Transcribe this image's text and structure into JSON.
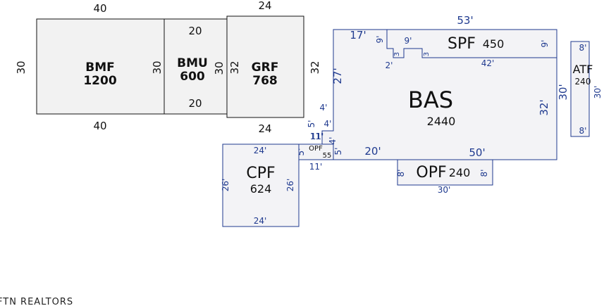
{
  "blocks": {
    "bmf": {
      "label": "BMF",
      "area": "1200",
      "top": "40",
      "bottom": "40",
      "left": "30",
      "right": "30"
    },
    "bmu": {
      "label": "BMU",
      "area": "600",
      "top": "20",
      "bottom": "20",
      "right": "30"
    },
    "grf": {
      "label": "GRF",
      "area": "768",
      "top": "24",
      "bottom": "24",
      "left": "32",
      "right": "32"
    },
    "bas": {
      "label": "BAS",
      "area": "2440",
      "top": "53'",
      "top_left": "17'",
      "left_upper": "27'",
      "right": "32'",
      "bottom_left": "20'",
      "bottom_right": "50'",
      "step_4a": "4'",
      "step_5": "5'",
      "step_4b": "4'",
      "step_11": "11'",
      "step_5b": "5'",
      "step_4c": "4'"
    },
    "spf": {
      "label": "SPF",
      "area": "450",
      "top": "9'",
      "left": "9'",
      "right": "9'",
      "bottom": "42'",
      "notch_3a": "3",
      "notch_3b": "3",
      "notch_2": "2'"
    },
    "atf": {
      "label": "ATF",
      "area": "240",
      "top": "8'",
      "bottom": "8'",
      "left": "30'",
      "right": "30'"
    },
    "opf_small": {
      "label": "OPF",
      "area": "55",
      "top": "11'",
      "left": "5'",
      "right": "5'",
      "bottom": "11'"
    },
    "opf_large": {
      "label": "OPF",
      "area": "240",
      "bottom": "30'",
      "left": "8'",
      "right": "8'"
    },
    "cpf": {
      "label": "CPF",
      "area": "624",
      "top": "24'",
      "bottom": "24'",
      "left": "26'",
      "right": "26'"
    }
  },
  "footer": "FTN REALTORS"
}
